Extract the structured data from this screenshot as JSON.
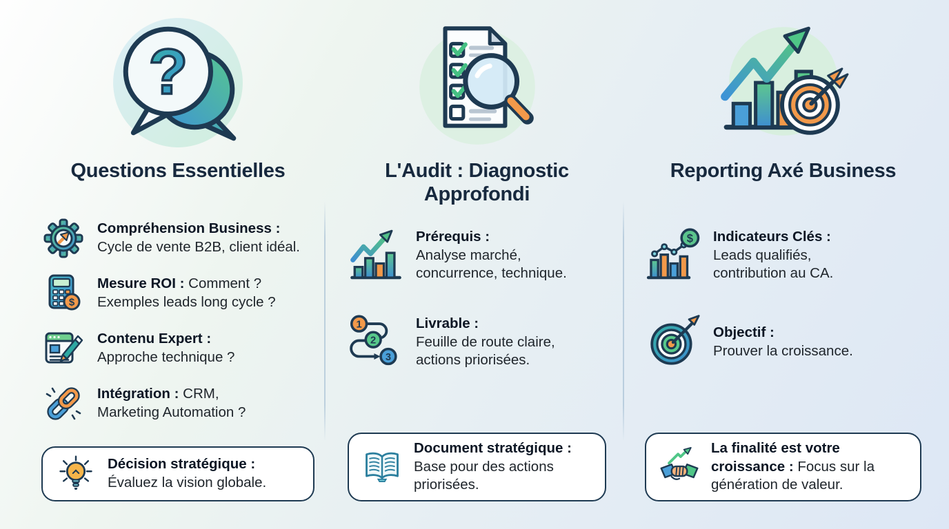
{
  "theme": {
    "navy": "#1e3a52",
    "teal": "#2fa8a3",
    "green": "#53c188",
    "blue": "#4294d4",
    "orange": "#f2994a",
    "text_dark": "#17293e",
    "body_text": "#20262c",
    "callout_bg": "#ffffff",
    "callout_border": "#1e3a52",
    "divider": "#b9cfdf"
  },
  "columns": [
    {
      "title": "Questions Essentielles",
      "hero_icon": "question-speech-bubbles",
      "items": [
        {
          "icon": "gear-arrow",
          "label": "Compréhension Business :",
          "text": "Cycle de vente B2B, client idéal."
        },
        {
          "icon": "calculator-dollar",
          "label": "Mesure ROI :",
          "text": "Comment ?",
          "text2": "Exemples leads long cycle ?"
        },
        {
          "icon": "webpage-pencil",
          "label": "Contenu Expert :",
          "text": "Approche technique ?"
        },
        {
          "icon": "chain-link",
          "label": "Intégration :",
          "text": "CRM,",
          "text2": "Marketing Automation ?"
        }
      ],
      "callout": {
        "icon": "lightbulb",
        "label": "Décision stratégique :",
        "text": "Évaluez la vision globale."
      }
    },
    {
      "title": "L'Audit : Diagnostic Approfondi",
      "hero_icon": "checklist-magnifier",
      "items": [
        {
          "icon": "growth-chart",
          "label": "Prérequis :",
          "text": "Analyse marché,",
          "text2": "concurrence, technique."
        },
        {
          "icon": "numbered-steps",
          "label": "Livrable :",
          "text": "Feuille de route claire,",
          "text2": "actions priorisées."
        }
      ],
      "callout": {
        "icon": "open-book",
        "label": "Document stratégique :",
        "text": "Base pour des actions priorisées."
      }
    },
    {
      "title": "Reporting Axé Business",
      "hero_icon": "chart-target-arrow",
      "items": [
        {
          "icon": "bar-chart-dollar",
          "label": "Indicateurs Clés :",
          "text": "Leads qualifiés,",
          "text2": "contribution au CA."
        },
        {
          "icon": "target-dart",
          "label": "Objectif :",
          "text": "Prouver la croissance."
        }
      ],
      "callout": {
        "icon": "handshake-growth",
        "label": "La finalité est votre croissance :",
        "text": "Focus sur la génération de valeur."
      }
    }
  ]
}
